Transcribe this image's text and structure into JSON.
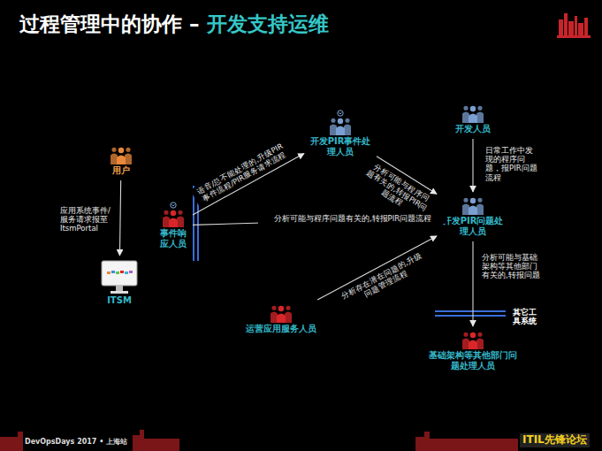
{
  "diagram": {
    "title": "过程管理中的协作 – 开发支持运维",
    "nodes": [
      {
        "text": [
          "用户"
        ]
      },
      {
        "text": [
          "ITSM"
        ]
      },
      {
        "text": [
          "事件响应人员"
        ]
      },
      {
        "text": [
          "开发PIR事件处理人员"
        ]
      },
      {
        "text": [
          "开发人员"
        ]
      },
      {
        "text": [
          "开发PIR问题处理人员"
        ]
      },
      {
        "text": [
          "运营应用服务人员"
        ]
      },
      {
        "text": [
          "基础架构等其他部门问题处理人员"
        ]
      }
    ],
    "edges": [
      {
        "from": 0,
        "to": 1,
        "arrow": "to",
        "label": "应用系统事件/服务请求报至ItsmPortal"
      },
      {
        "from": 2,
        "to": 3,
        "arrow": "to",
        "label": "语音/总不能处理的,升级PIR事件流程/PIR服务请求流程"
      },
      {
        "from": 3,
        "to": 5,
        "arrow": "to",
        "label": "分析可能与程序问题有关的,转报PIR问题流程"
      },
      {
        "from": 2,
        "to": 5,
        "arrow": "to",
        "label": "分析可能与程序问题有关的,转报PIR问题流程"
      },
      {
        "from": 4,
        "to": 5,
        "arrow": "to",
        "label": "日常工作中发现的程序问题，报PIR问题流程"
      },
      {
        "from": 6,
        "to": 5,
        "arrow": "to",
        "label": "分析存在潜在问题的,升级问题管理流程"
      },
      {
        "from": 5,
        "to": 7,
        "arrow": "to",
        "label": "分析可能与基础架构等其他部门有关的,转报问题"
      }
    ],
    "labels": [
      "其它工具系统",
      "DevOpsDays 2017 • 上海站",
      "ITIL先锋论坛"
    ]
  }
}
